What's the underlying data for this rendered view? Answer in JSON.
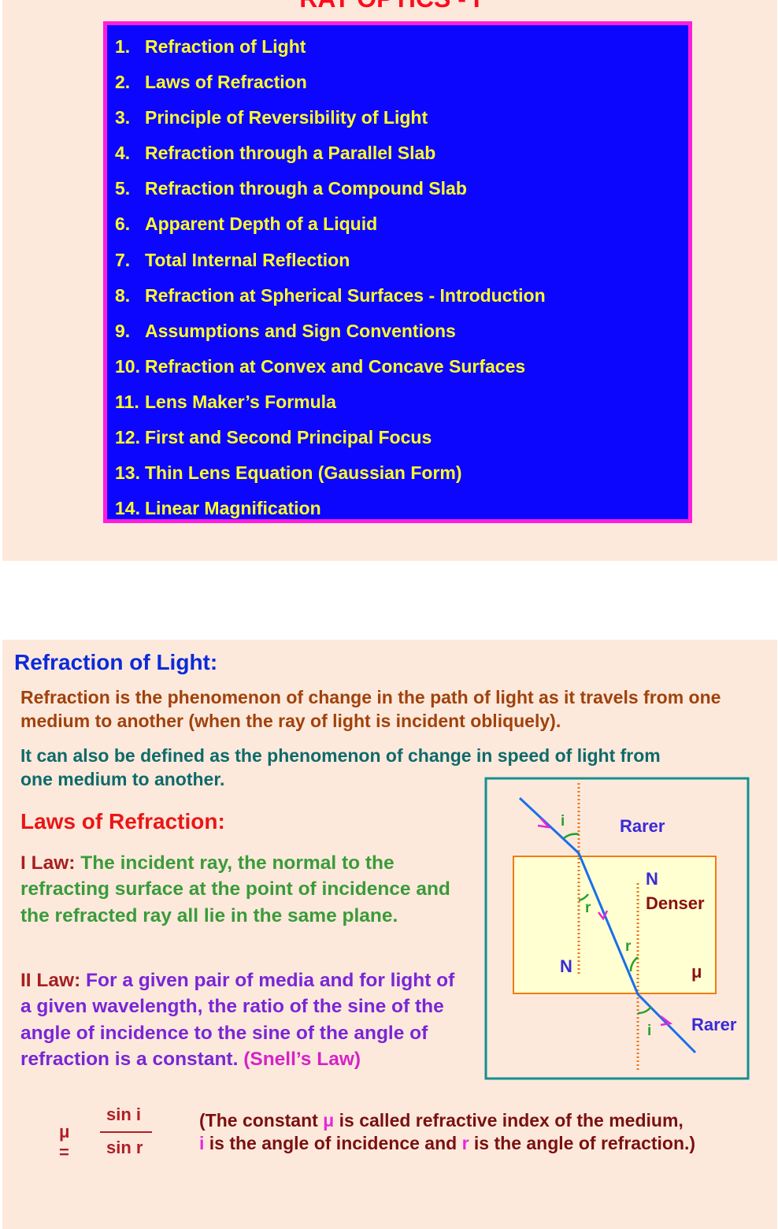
{
  "slide1": {
    "title": "RAY OPTICS - I",
    "toc": [
      {
        "num": "1.",
        "text": "Refraction of Light"
      },
      {
        "num": "2.",
        "text": "Laws of Refraction"
      },
      {
        "num": "3.",
        "text": "Principle of Reversibility of Light"
      },
      {
        "num": "4.",
        "text": "Refraction through a Parallel Slab"
      },
      {
        "num": "5.",
        "text": "Refraction through a Compound Slab"
      },
      {
        "num": "6.",
        "text": "Apparent Depth of a Liquid"
      },
      {
        "num": "7.",
        "text": "Total Internal Reflection"
      },
      {
        "num": "8.",
        "text": "Refraction at Spherical Surfaces - Introduction"
      },
      {
        "num": "9.",
        "text": "Assumptions and Sign Conventions"
      },
      {
        "num": "10.",
        "text": "Refraction at Convex and Concave Surfaces"
      },
      {
        "num": "11.",
        "text": "Lens Maker’s Formula"
      },
      {
        "num": "12.",
        "text": "First and Second Principal Focus"
      },
      {
        "num": "13.",
        "text": "Thin Lens Equation (Gaussian Form)"
      },
      {
        "num": "14.",
        "text": "Linear Magnification"
      }
    ],
    "colors": {
      "background": "#fde9dc",
      "box": "#0c06ff",
      "border": "#ff1cdc",
      "text": "#ffff2a",
      "title": "#ff0a1e"
    }
  },
  "slide2": {
    "section_title": "Refraction of Light:",
    "definition1": "Refraction is the phenomenon of change in the path of light as it travels from one medium to another (when the ray of light is incident obliquely).",
    "definition2": "It can also be defined as the phenomenon of change in speed of light from one medium to another.",
    "laws_heading": "Laws of Refraction:",
    "law1_label": "I Law:",
    "law1_text": "The incident ray, the normal to the refracting surface at the point of incidence and the refracted ray all lie in the same plane.",
    "law2_label": "II Law:",
    "law2_text": "For a given pair of media and for light of a given wavelength, the ratio of the sine of the angle of incidence to the sine of the angle of refraction is a constant.",
    "law2_snell": "(Snell’s Law)",
    "formula": {
      "lhs": "μ =",
      "numerator": "sin i",
      "denominator": "sin r"
    },
    "note": {
      "open": "(The constant ",
      "mu": "μ",
      "mid1": " is called refractive index of the medium,",
      "i": "i",
      "mid2": " is the angle of incidence and ",
      "r": "r",
      "end": " is the angle of refraction.)"
    },
    "diagram": {
      "rarer_top": "Rarer",
      "denser": "Denser",
      "mu": "μ",
      "rarer_bottom": "Rarer",
      "normal_top": "N",
      "normal_bottom": "N",
      "angle_i_top": "i",
      "angle_r_top": "r",
      "angle_r_bottom": "r",
      "angle_i_bottom": "i"
    }
  }
}
